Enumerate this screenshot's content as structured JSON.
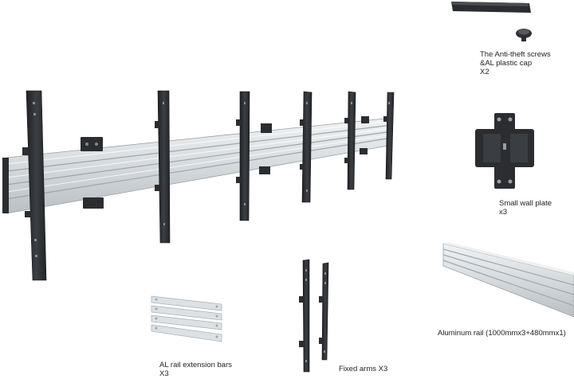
{
  "palette": {
    "rail": "#d9dde0",
    "rail_shadow": "#a9b0b5",
    "metal_dark": "#2b2d30",
    "metal_mid": "#3d4044",
    "background": "#ffffff"
  },
  "labels": {
    "screws": {
      "line1": "The Anti-theft screws",
      "line2": "&AL plastic cap",
      "line3": "X2"
    },
    "wall_plate": {
      "line1": "Small wall plate",
      "line2": "x3"
    },
    "rail": {
      "line1": "Aluminum rail (1000mmx3+480mmx1)"
    },
    "extension_bars": {
      "line1": "AL rail extension bars",
      "line2": "X3"
    },
    "fixed_arms": {
      "line1": "Fixed arms X3"
    }
  }
}
